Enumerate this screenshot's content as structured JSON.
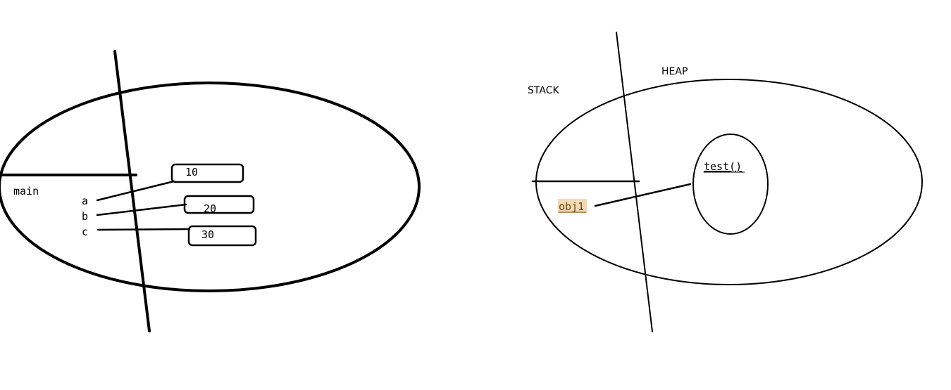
{
  "left_diagram": {
    "frame_label": "main",
    "variables": [
      {
        "name": "a",
        "value": "10"
      },
      {
        "name": "b",
        "value": "20"
      },
      {
        "name": "c",
        "value": "30"
      }
    ]
  },
  "right_diagram": {
    "stack_label": "STACK",
    "heap_label": "HEAP",
    "reference_name": "obj1",
    "object_label": "test()",
    "highlight_color": "#f3d9b5"
  }
}
